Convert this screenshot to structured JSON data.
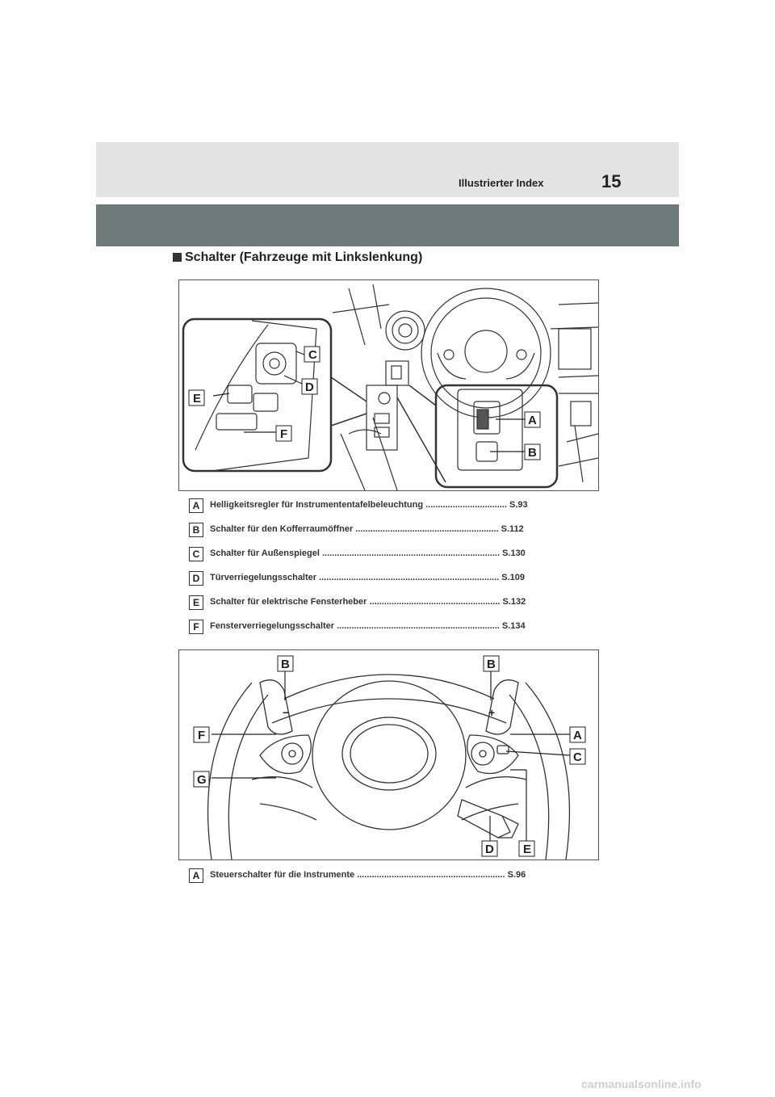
{
  "header": {
    "section_name": "Illustrierter Index",
    "page_number": "15"
  },
  "heading": "Schalter (Fahrzeuge mit Linkslenkung)",
  "figure1": {
    "callouts": [
      "A",
      "B",
      "C",
      "D",
      "E",
      "F"
    ]
  },
  "list1": [
    {
      "letter": "A",
      "text": "Helligkeitsregler für Instrumententafelbeleuchtung ................................. S.93"
    },
    {
      "letter": "B",
      "text": "Schalter für den Kofferraumöffner .......................................................... S.112"
    },
    {
      "letter": "C",
      "text": "Schalter für Außenspiegel ........................................................................ S.130"
    },
    {
      "letter": "D",
      "text": "Türverriegelungsschalter ......................................................................... S.109"
    },
    {
      "letter": "E",
      "text": "Schalter für elektrische Fensterheber ..................................................... S.132"
    },
    {
      "letter": "F",
      "text": "Fensterverriegelungsschalter .................................................................. S.134"
    }
  ],
  "figure2": {
    "callouts": [
      "B",
      "B",
      "F",
      "A",
      "C",
      "G",
      "D",
      "E"
    ],
    "minus_sign": "−",
    "plus_sign": "+"
  },
  "list2": [
    {
      "letter": "A",
      "text": "Steuerschalter für die Instrumente ............................................................ S.96"
    }
  ],
  "watermark": "carmanualsonline.info"
}
